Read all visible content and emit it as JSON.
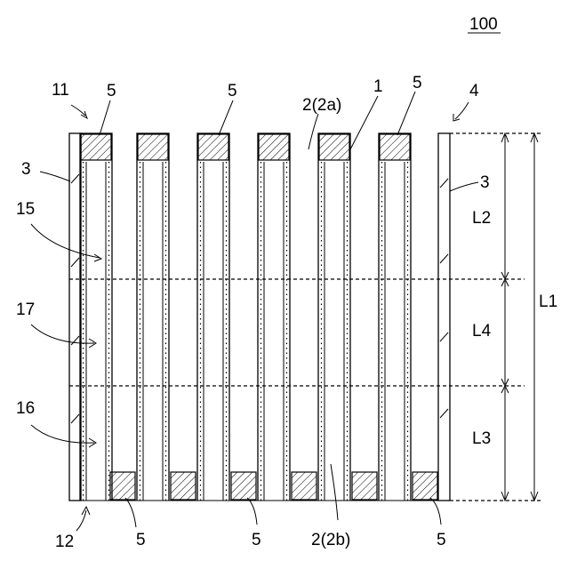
{
  "figure": {
    "number": "100",
    "labels": {
      "honeycomb": "1",
      "cell": "2(2a)",
      "cell_b": "2(2b)",
      "outer_wall": "3",
      "body": "4",
      "plug": "5",
      "inlet_face": "11",
      "outlet_face": "12",
      "region_15": "15",
      "region_16": "16",
      "region_17": "17"
    },
    "dimensions": {
      "total": "L1",
      "upper": "L2",
      "middle": "L4",
      "lower": "L3"
    }
  }
}
